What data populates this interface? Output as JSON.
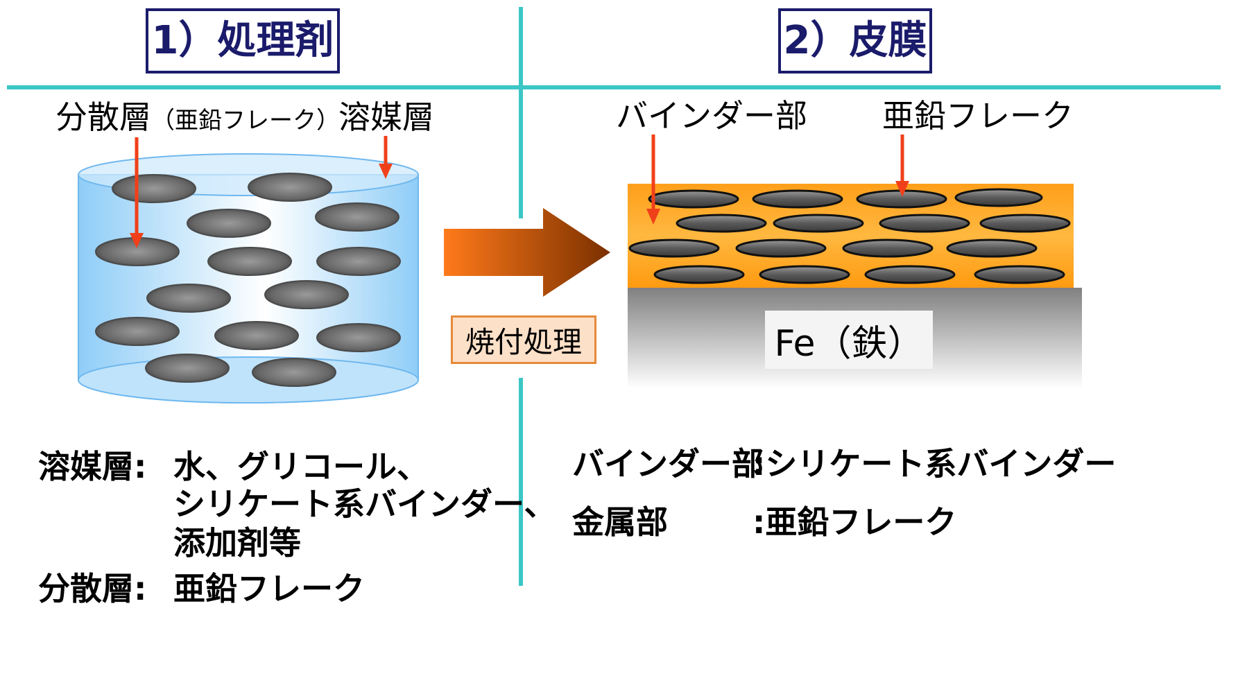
{
  "left": {
    "title": "1）処理剤",
    "label_dispersion": "分散層",
    "label_dispersion_note": "（亜鉛フレーク）",
    "label_solvent": "溶媒層",
    "desc": {
      "solvent_key": "溶媒層:",
      "solvent_line1": "水、グリコール、",
      "solvent_line2": "シリケート系バインダー、",
      "solvent_line3": "添加剤等",
      "dispersion_key": "分散層:",
      "dispersion_value": "亜鉛フレーク"
    }
  },
  "middle": {
    "process_label": "焼付処理"
  },
  "right": {
    "title": "2）皮膜",
    "label_binder": "バインダー部",
    "label_zinc": "亜鉛フレーク",
    "substrate_label": "Fe（鉄）",
    "desc": {
      "binder_key": "バインダー部",
      "binder_value": ":シリケート系バインダー",
      "metal_key": "金属部",
      "metal_value": ":亜鉛フレーク"
    }
  },
  "colors": {
    "divider": "#3cc6c6",
    "title_border": "#1b1b6b",
    "pointer_arrow": "#f0401a",
    "binder_orange": "#ffa500",
    "process_arrow_start": "#ff7a1a",
    "process_arrow_end": "#7a3000"
  }
}
